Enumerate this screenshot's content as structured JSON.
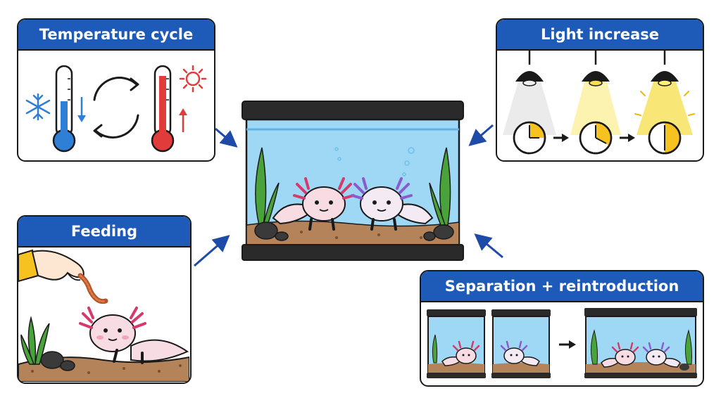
{
  "panels": {
    "temperature": {
      "title": "Temperature cycle"
    },
    "light": {
      "title": "Light increase"
    },
    "feeding": {
      "title": "Feeding"
    },
    "separation": {
      "title": "Separation + reintroduction"
    }
  },
  "icons": [
    "snowflake-icon",
    "thermometer-icon",
    "down-arrow-icon",
    "cycle-arrows-icon",
    "sun-icon",
    "up-arrow-icon",
    "lamp-icon",
    "clock-icon",
    "right-arrow-icon",
    "hand-icon",
    "worm-icon",
    "axolotl-icon",
    "aquarium-tank-icon",
    "plant-icon",
    "rock-icon"
  ],
  "colors": {
    "header": "#1e5bb8",
    "water": "#9fd8f4",
    "gravel": "#b5835a",
    "cold": "#2f7fd6",
    "hot": "#e23b3b",
    "axolotl_pink": "#f7dde3",
    "gills_magenta": "#d43a6a",
    "gills_purple": "#8a5ad0",
    "light_yellow": "#f6df4a"
  }
}
